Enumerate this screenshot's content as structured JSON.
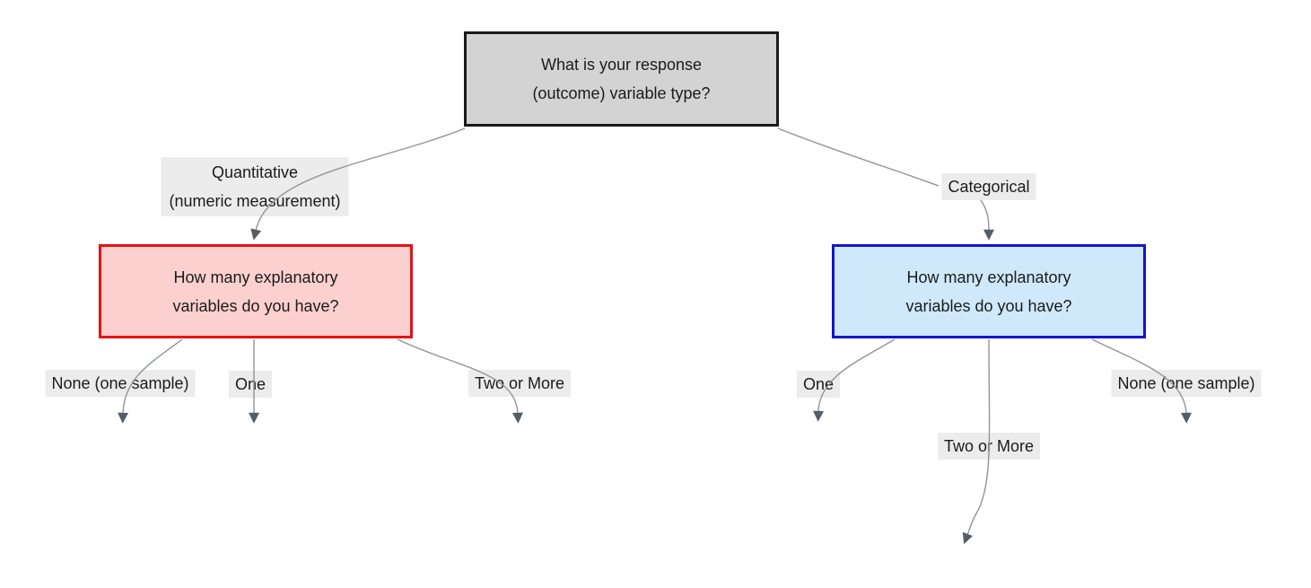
{
  "nodes": {
    "root": {
      "line1": "What is your response",
      "line2": "(outcome) variable type?"
    },
    "quantitative_question": {
      "line1": "How many explanatory",
      "line2": "variables do you have?"
    },
    "categorical_question": {
      "line1": "How many explanatory",
      "line2": "variables do you have?"
    }
  },
  "edge_labels": {
    "quantitative": {
      "line1": "Quantitative",
      "line2": "(numeric measurement)"
    },
    "categorical": "Categorical",
    "quant_none": "None (one sample)",
    "quant_one": "One",
    "quant_two_or_more": "Two or More",
    "cat_one": "One",
    "cat_two_or_more": "Two or More",
    "cat_none": "None (one sample)"
  },
  "colors": {
    "background": "#ffffff",
    "root_fill": "#d3d3d3",
    "root_border": "#1a1a1a",
    "quantitative_fill": "#fdd0d0",
    "quantitative_border": "#e81212",
    "categorical_fill": "#cfe9fb",
    "categorical_border": "#1414cf",
    "edge_label_bg": "#ececec",
    "edge_line": "#8f959a",
    "arrow": "#555d64",
    "text": "#1b1b1b"
  }
}
